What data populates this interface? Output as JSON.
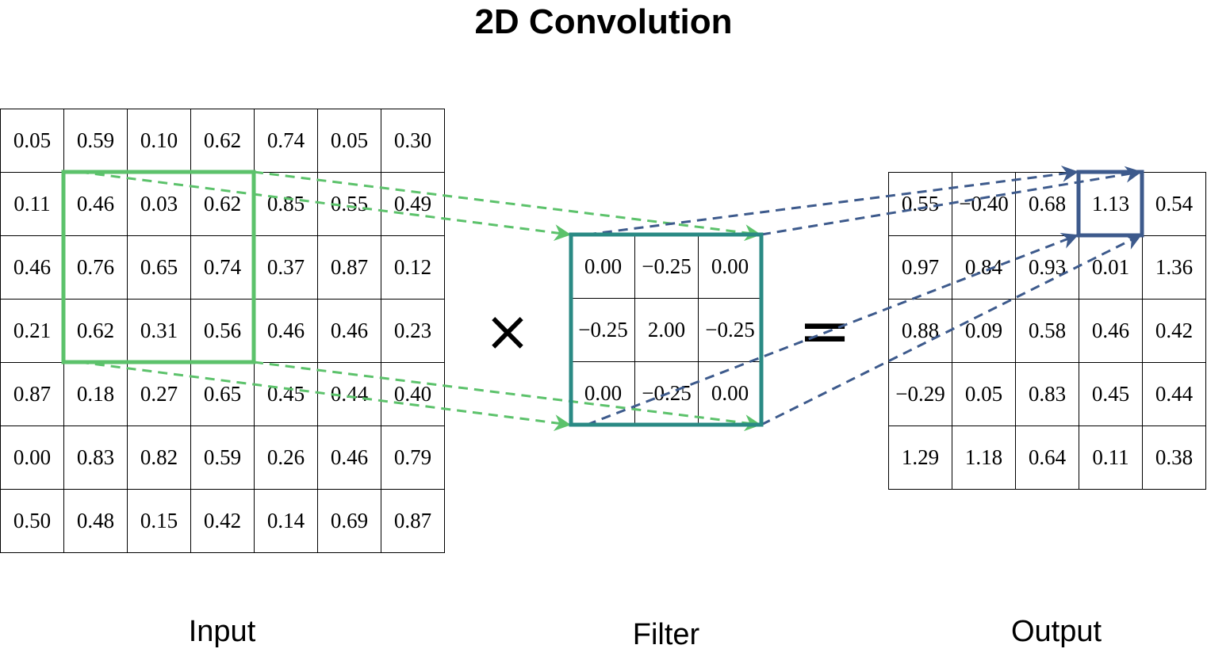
{
  "title": "2D Convolution",
  "labels": {
    "input": "Input",
    "filter": "Filter",
    "output": "Output",
    "times": "×",
    "equals": "="
  },
  "colors": {
    "input_window": "#5cc26b",
    "filter_border": "#2a8a84",
    "output_highlight": "#3d5a8c"
  },
  "input": [
    [
      "0.05",
      "0.59",
      "0.10",
      "0.62",
      "0.74",
      "0.05",
      "0.30"
    ],
    [
      "0.11",
      "0.46",
      "0.03",
      "0.62",
      "0.85",
      "0.55",
      "0.49"
    ],
    [
      "0.46",
      "0.76",
      "0.65",
      "0.74",
      "0.37",
      "0.87",
      "0.12"
    ],
    [
      "0.21",
      "0.62",
      "0.31",
      "0.56",
      "0.46",
      "0.46",
      "0.23"
    ],
    [
      "0.87",
      "0.18",
      "0.27",
      "0.65",
      "0.45",
      "0.44",
      "0.40"
    ],
    [
      "0.00",
      "0.83",
      "0.82",
      "0.59",
      "0.26",
      "0.46",
      "0.79"
    ],
    [
      "0.50",
      "0.48",
      "0.15",
      "0.42",
      "0.14",
      "0.69",
      "0.87"
    ]
  ],
  "filter": [
    [
      "0.00",
      "−0.25",
      "0.00"
    ],
    [
      "−0.25",
      "2.00",
      "−0.25"
    ],
    [
      "0.00",
      "−0.25",
      "0.00"
    ]
  ],
  "output": [
    [
      "0.55",
      "−0.40",
      "0.68",
      "1.13",
      "0.54"
    ],
    [
      "0.97",
      "0.84",
      "0.93",
      "0.01",
      "1.36"
    ],
    [
      "0.88",
      "0.09",
      "0.58",
      "0.46",
      "0.42"
    ],
    [
      "−0.29",
      "0.05",
      "0.83",
      "0.45",
      "0.44"
    ],
    [
      "1.29",
      "1.18",
      "0.64",
      "0.11",
      "0.38"
    ]
  ]
}
